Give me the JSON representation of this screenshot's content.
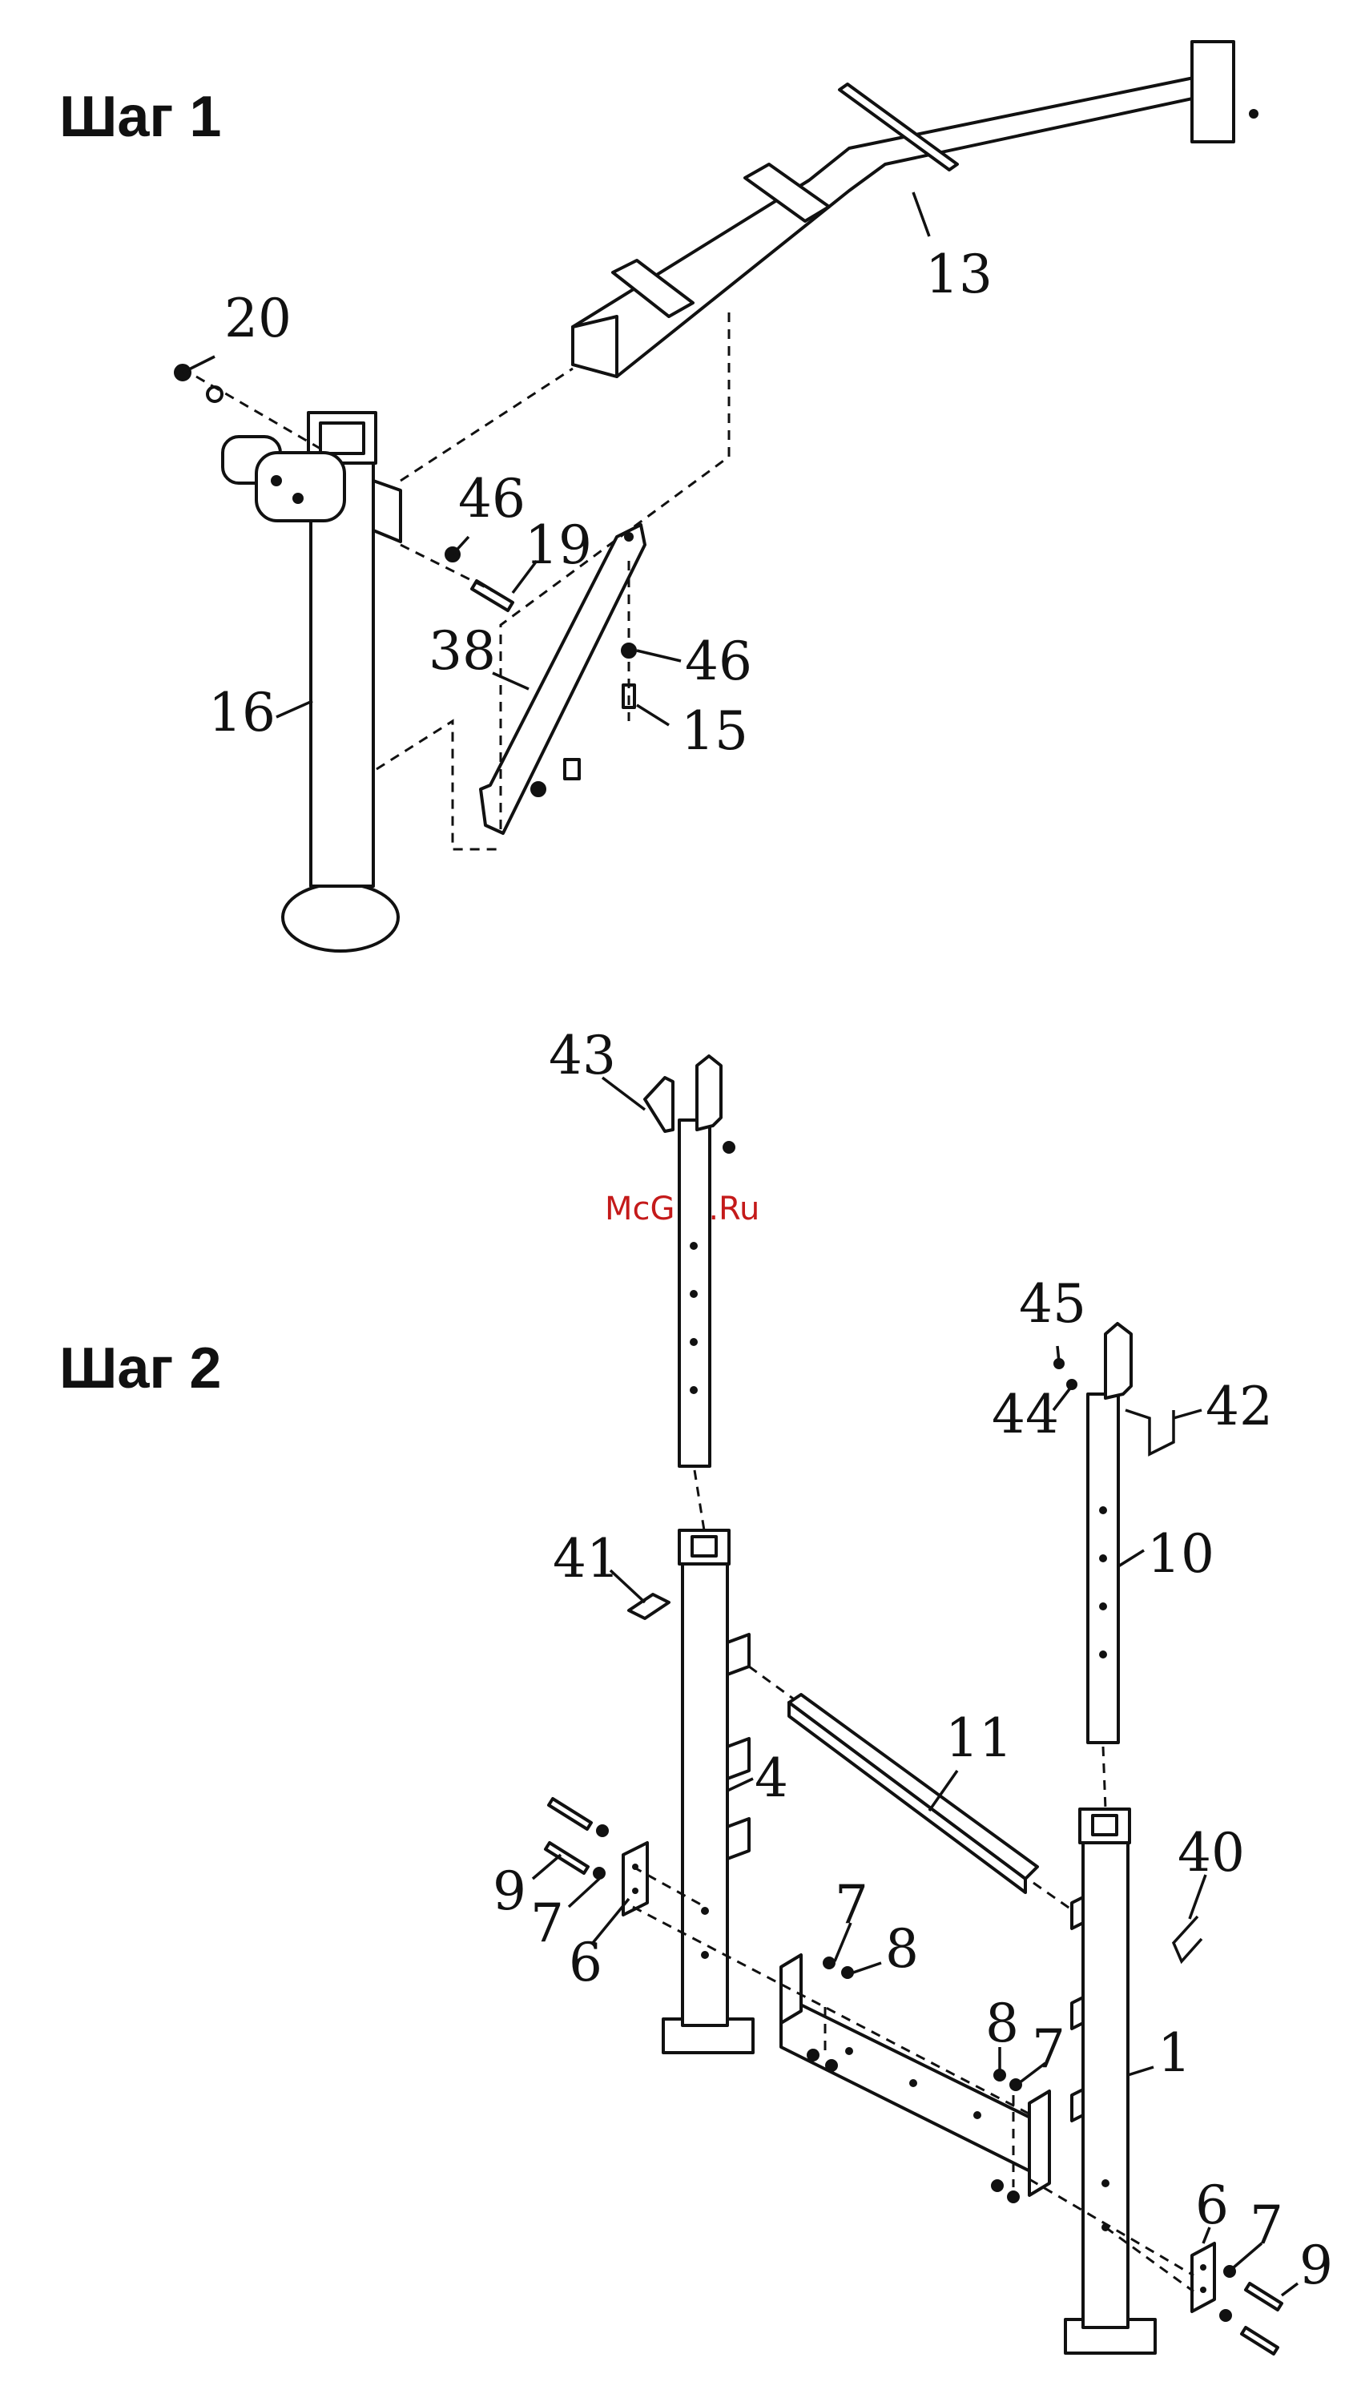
{
  "watermark": "McGrp.Ru",
  "steps": [
    {
      "title": "Шаг 1",
      "labels": [
        "20",
        "13",
        "46",
        "19",
        "38",
        "46",
        "15",
        "16"
      ]
    },
    {
      "title": "Шаг 2",
      "labels": [
        "43",
        "45",
        "44",
        "42",
        "41",
        "10",
        "11",
        "4",
        "40",
        "9",
        "7",
        "6",
        "7",
        "8",
        "8",
        "7",
        "1",
        "6",
        "7",
        "9"
      ]
    }
  ]
}
